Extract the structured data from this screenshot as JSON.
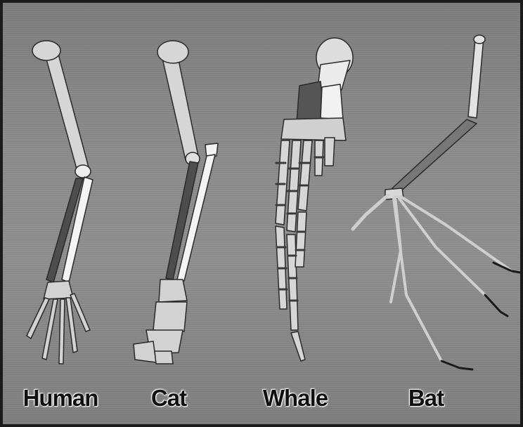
{
  "labels": {
    "human": "Human",
    "cat": "Cat",
    "whale": "Whale",
    "bat": "Bat"
  },
  "colors": {
    "bone": "#d8d8d8",
    "bone_bright": "#f2f2f2",
    "bone_dark": "#4b4b4b",
    "background": "#888888",
    "text": "#111111"
  }
}
